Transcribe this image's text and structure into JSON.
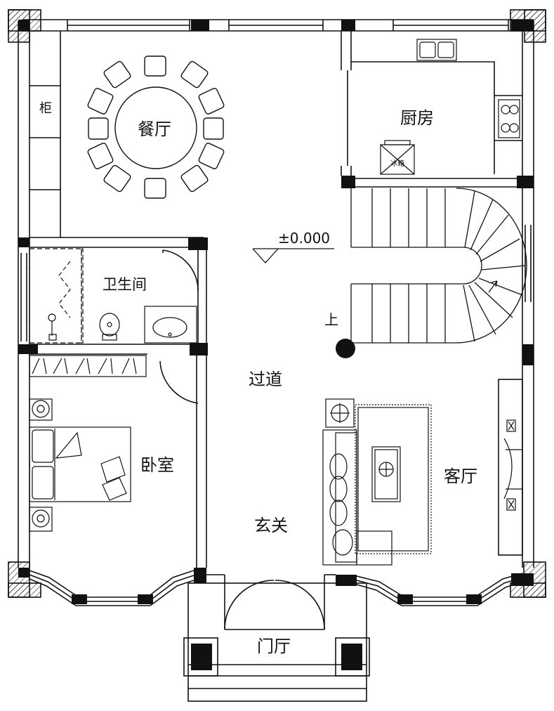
{
  "rooms": {
    "dining": "餐厅",
    "kitchen": "厨房",
    "bathroom": "卫生间",
    "corridor": "过道",
    "bedroom": "卧室",
    "living": "客厅",
    "foyer": "玄关",
    "entrance": "门厅"
  },
  "labels": {
    "cabinet": "柜",
    "elevation": "±0.000",
    "stairs_up": "上",
    "fridge": "冰箱"
  }
}
